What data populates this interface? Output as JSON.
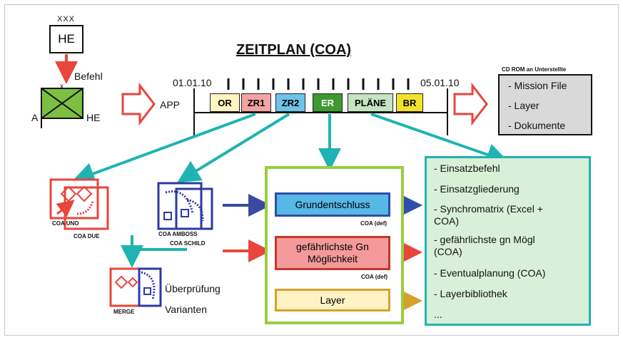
{
  "title": "ZEITPLAN (COA)",
  "he_top": {
    "label": "HE",
    "echelon": "XXX"
  },
  "unit_symbol": {
    "left_label": "A",
    "right_label": "HE",
    "echelon": "x"
  },
  "befehl_label": "Befehl",
  "app_label": "APP",
  "timeline": {
    "start_date": "01.01.10",
    "end_date": "05.01.10",
    "segments": [
      {
        "label": "OR",
        "color": "#fff5c2"
      },
      {
        "label": "ZR1",
        "color": "#f4a3a3"
      },
      {
        "label": "ZR2",
        "color": "#6ec3ea"
      },
      {
        "label": "ER",
        "color": "#3c9a2f"
      },
      {
        "label": "PLÄNE",
        "color": "#c5e5c2"
      },
      {
        "label": "BR",
        "color": "#f3e22b"
      }
    ]
  },
  "cd_rom": {
    "heading": "CD ROM an Unterstellte",
    "items": [
      "- Mission File",
      "- Layer",
      "- Dokumente"
    ]
  },
  "coa_icons": {
    "uno": "COA UNO",
    "due": "COA DUE",
    "amboss": "COA AMBOSS",
    "schild": "COA SCHILD",
    "merge": "MERGE"
  },
  "ueberpruefung_label": "Überprüfung",
  "varianten_label": "Varianten",
  "center_boxes": {
    "grundentschluss": "Grundentschluss",
    "grundentschluss_tag": "COA (def)",
    "gefaehrlichste": "gefährlichste Gn Möglichkeit",
    "gefaehrlichste_tag": "COA (def)",
    "layer": "Layer"
  },
  "right_list": [
    "- Einsatzbefehl",
    "- Einsatzgliederung",
    "- Synchromatrix (Excel + COA)",
    "- gefährlichste gn Mögl (COA)",
    "- Eventualplanung (COA)",
    "- Layerbibliothek",
    "..."
  ],
  "colors": {
    "red_arrow": "#e8453c",
    "teal": "#1fb3b3",
    "navy": "#3a4aa0",
    "green_frame": "#9acd3c",
    "coa_red": "#e8453c",
    "coa_blue": "#2b3aa6",
    "cd_bg": "#d9d9d9",
    "list_bg": "#d8f0d8"
  }
}
